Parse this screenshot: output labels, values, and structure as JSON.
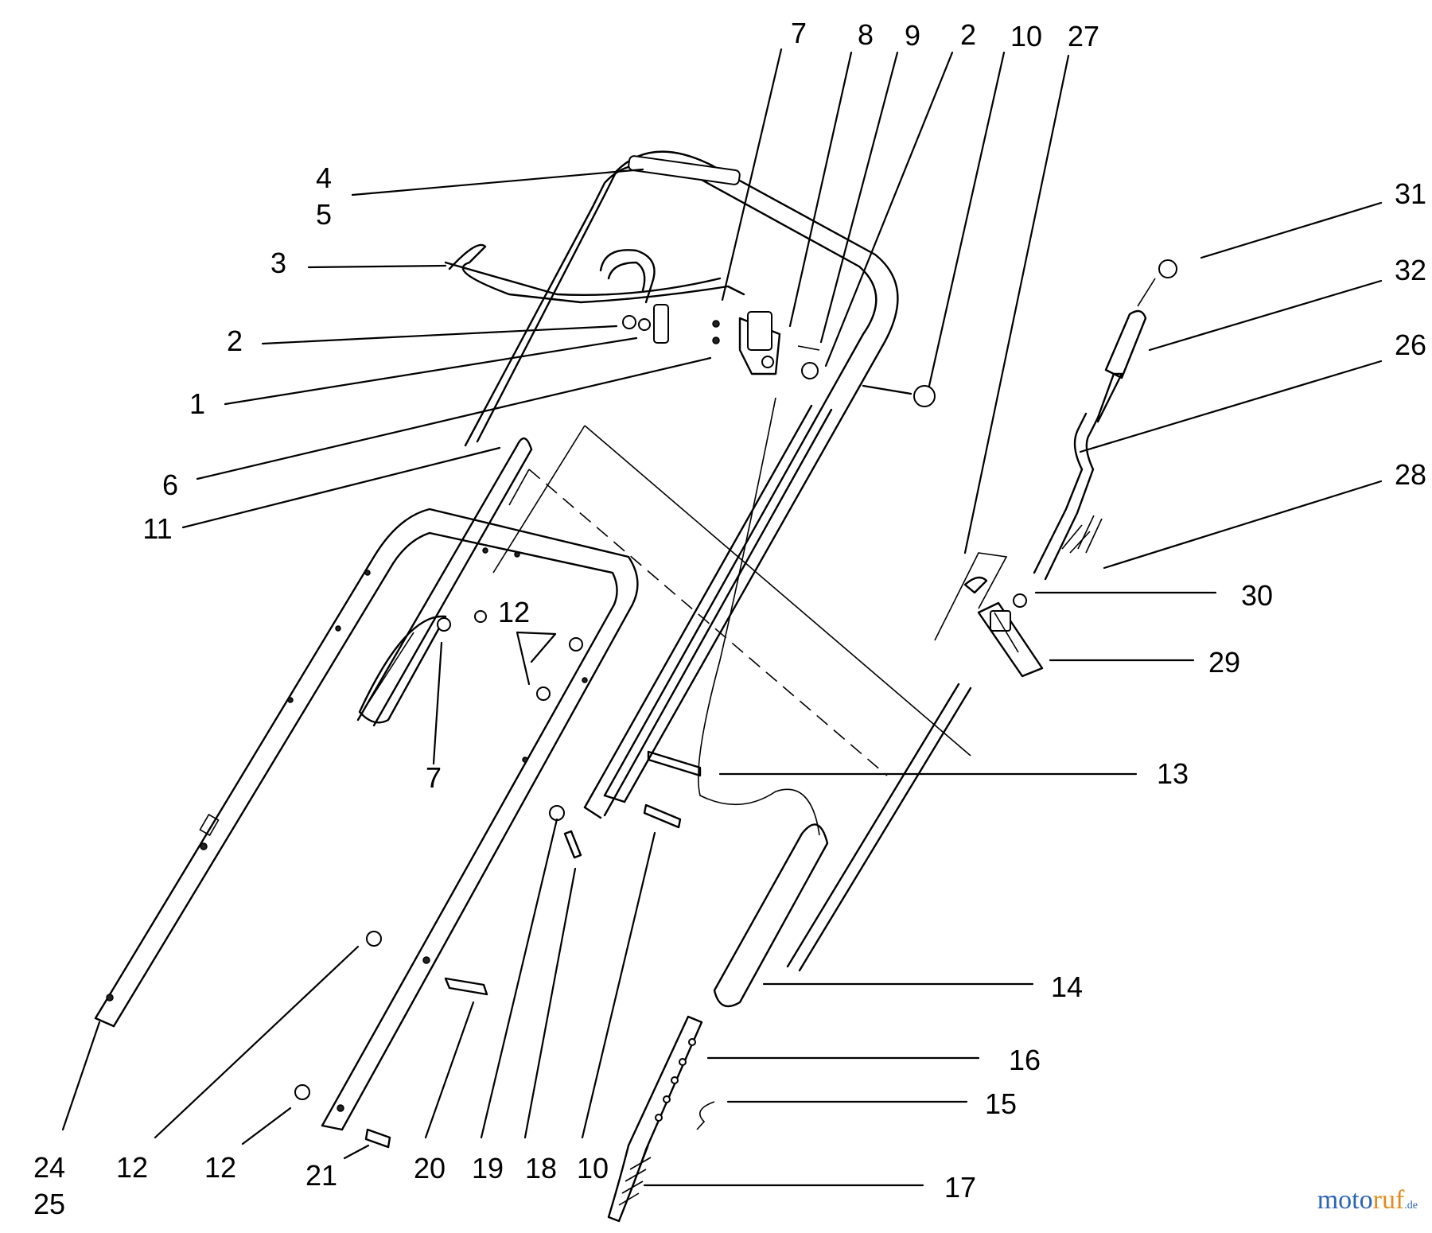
{
  "callouts": [
    "7",
    "8",
    "9",
    "2",
    "10",
    "27",
    "4",
    "5",
    "3",
    "2",
    "1",
    "6",
    "11",
    "31",
    "32",
    "26",
    "28",
    "30",
    "29",
    "12",
    "7",
    "13",
    "14",
    "16",
    "15",
    "17",
    "24",
    "25",
    "12",
    "12",
    "21",
    "20",
    "19",
    "18",
    "10"
  ],
  "watermark": {
    "main": "moto",
    "accent": "ruf",
    "suffix": ".de"
  },
  "colors": {
    "line": "#000000",
    "background": "#ffffff",
    "watermark_blue": "#2b63b5",
    "watermark_orange": "#e38a1a"
  }
}
